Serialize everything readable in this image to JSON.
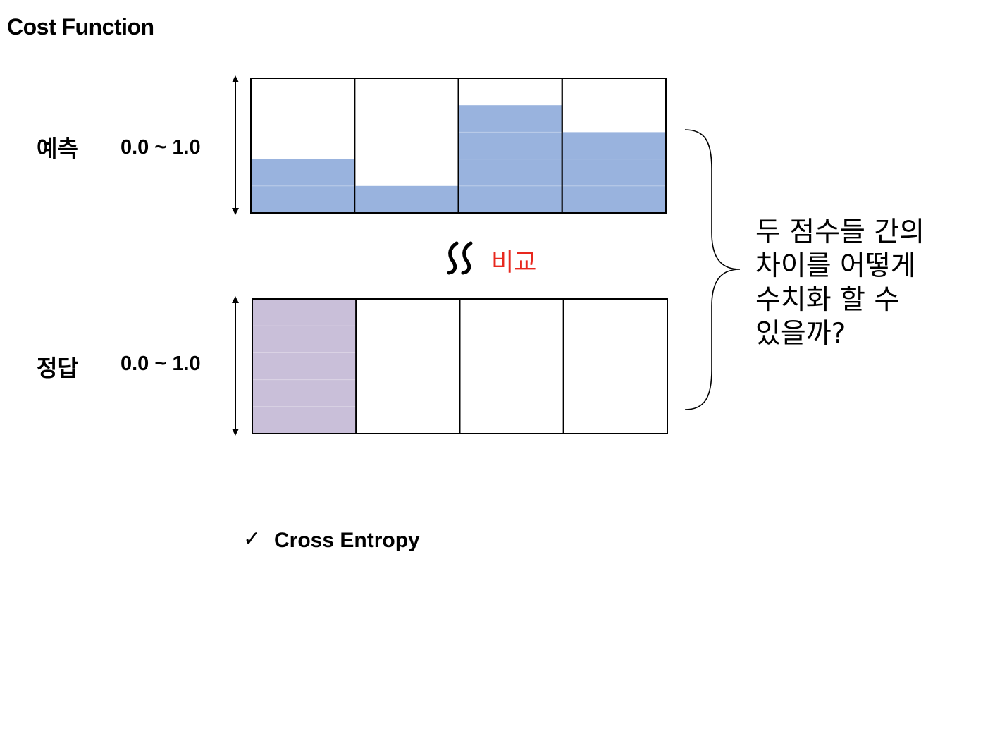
{
  "title": "Cost Function",
  "prediction": {
    "label": "예측",
    "range": "0.0 ~ 1.0",
    "values": [
      0.4,
      0.2,
      0.8,
      0.6
    ],
    "color": "#99b3de"
  },
  "answer": {
    "label": "정답",
    "range": "0.0 ~ 1.0",
    "values": [
      1.0,
      0.0,
      0.0,
      0.0
    ],
    "color": "#c9bfd9"
  },
  "compare": {
    "symbol": "≈",
    "text": "비교",
    "color": "#e8281e"
  },
  "question": {
    "lines": [
      "두 점수들 간의",
      "차이를 어떻게",
      "수치화 할 수",
      "있을까?"
    ]
  },
  "bullet": {
    "marker": "✓",
    "text": "Cross Entropy"
  }
}
